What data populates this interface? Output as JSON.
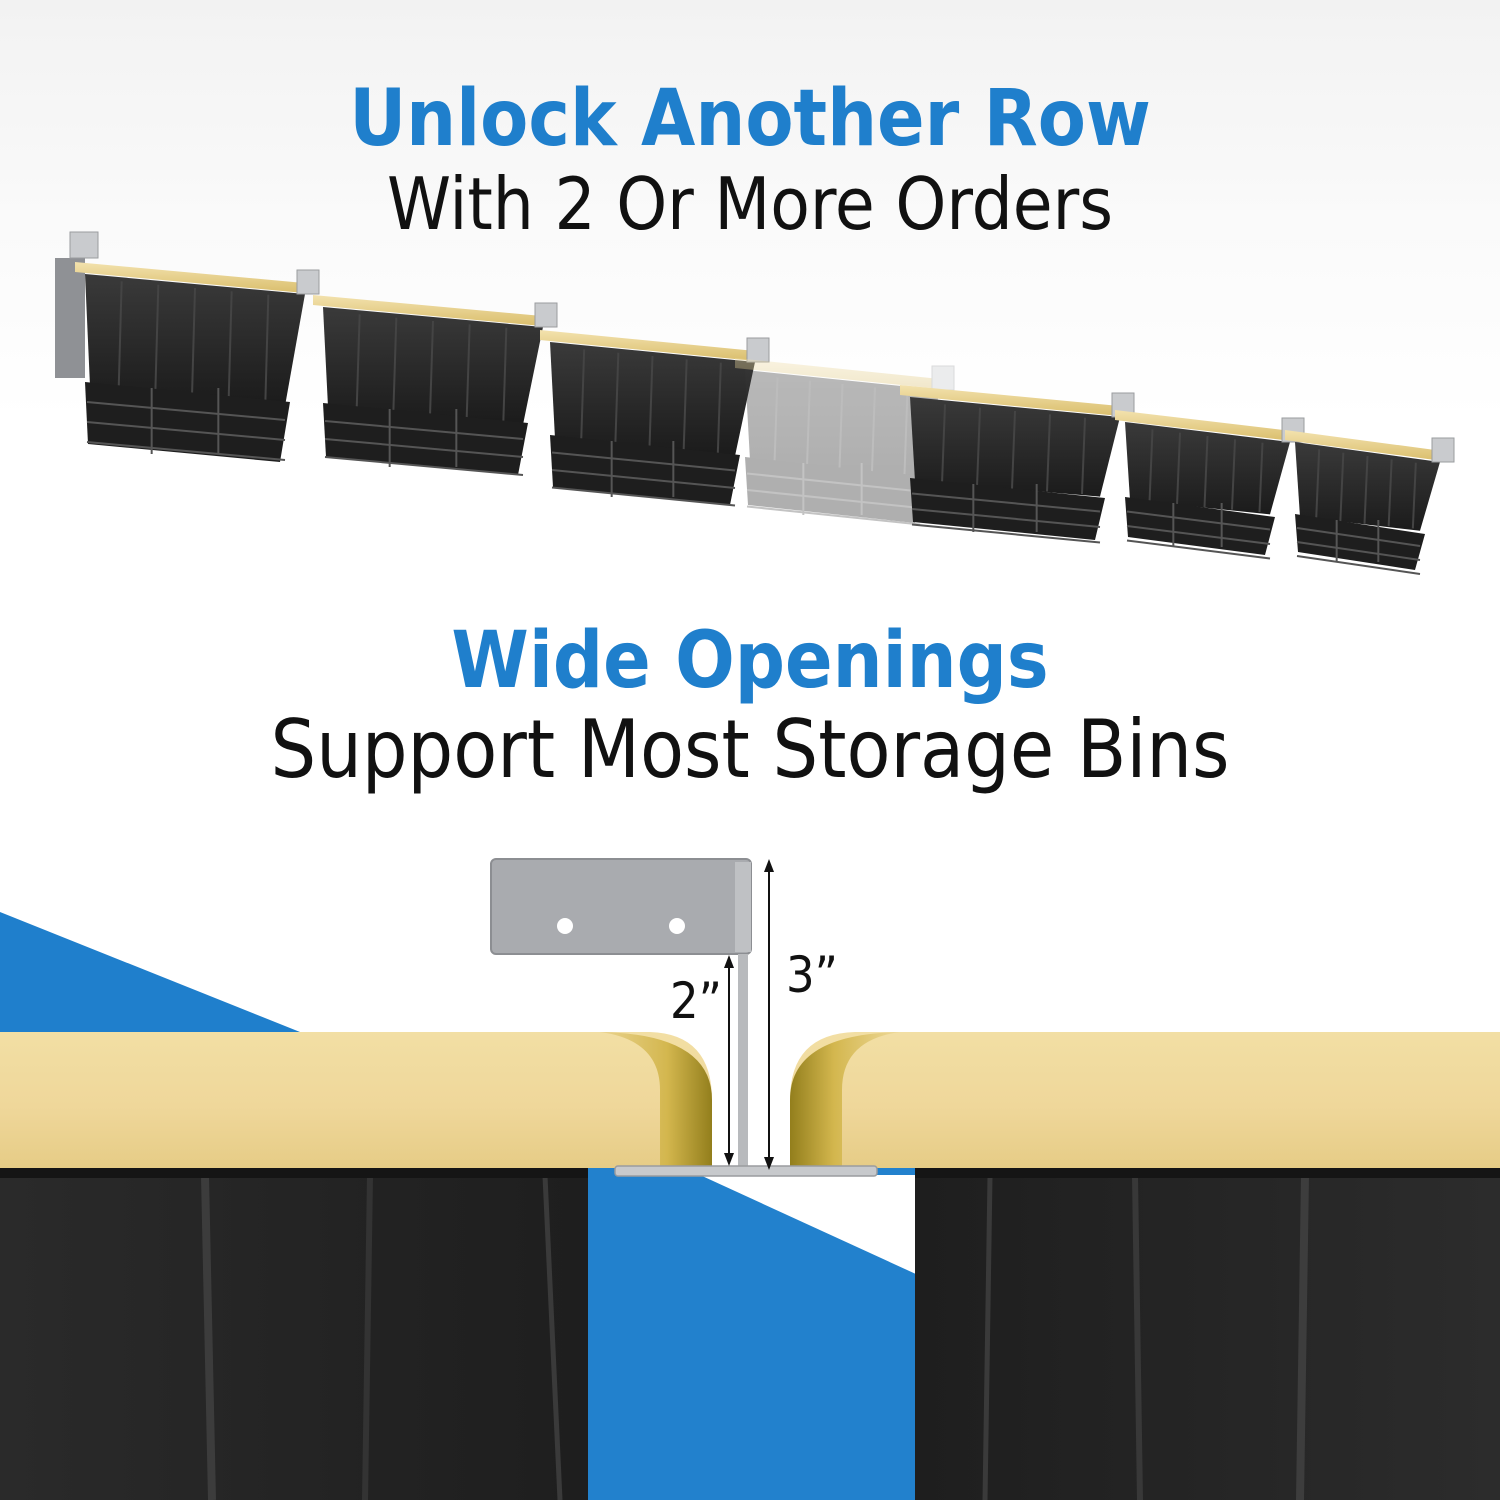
{
  "headline_primary": {
    "title": "Unlock Another Row",
    "subtitle": "With 2 Or More Orders"
  },
  "headline_secondary": {
    "title": "Wide Openings",
    "subtitle": "Support Most Storage Bins"
  },
  "dimensions": {
    "inner": "2”",
    "outer": "3”"
  },
  "colors": {
    "accent_blue": "#1f7fcc",
    "bin_black": "#262626",
    "lid_tan": "#ecd596",
    "bracket_gray": "#a8aaae"
  }
}
